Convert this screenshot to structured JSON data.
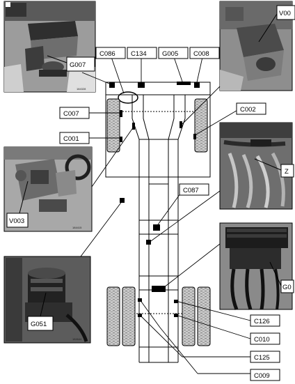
{
  "labels": {
    "c086": "C086",
    "c134": "C134",
    "g005": "G005",
    "c008": "C008",
    "c007": "C007",
    "c002": "C002",
    "c001": "C001",
    "c087": "C087",
    "c126": "C126",
    "c010": "C010",
    "c125": "C125",
    "c009": "C009"
  },
  "photo_labels": {
    "g007": "G007",
    "v00": "V00",
    "z": "Z",
    "v003": "V003",
    "g051": "G051",
    "g0": "G0"
  },
  "photo_codes": {
    "p1": "184328",
    "p3": "184415",
    "p4": "184644"
  }
}
